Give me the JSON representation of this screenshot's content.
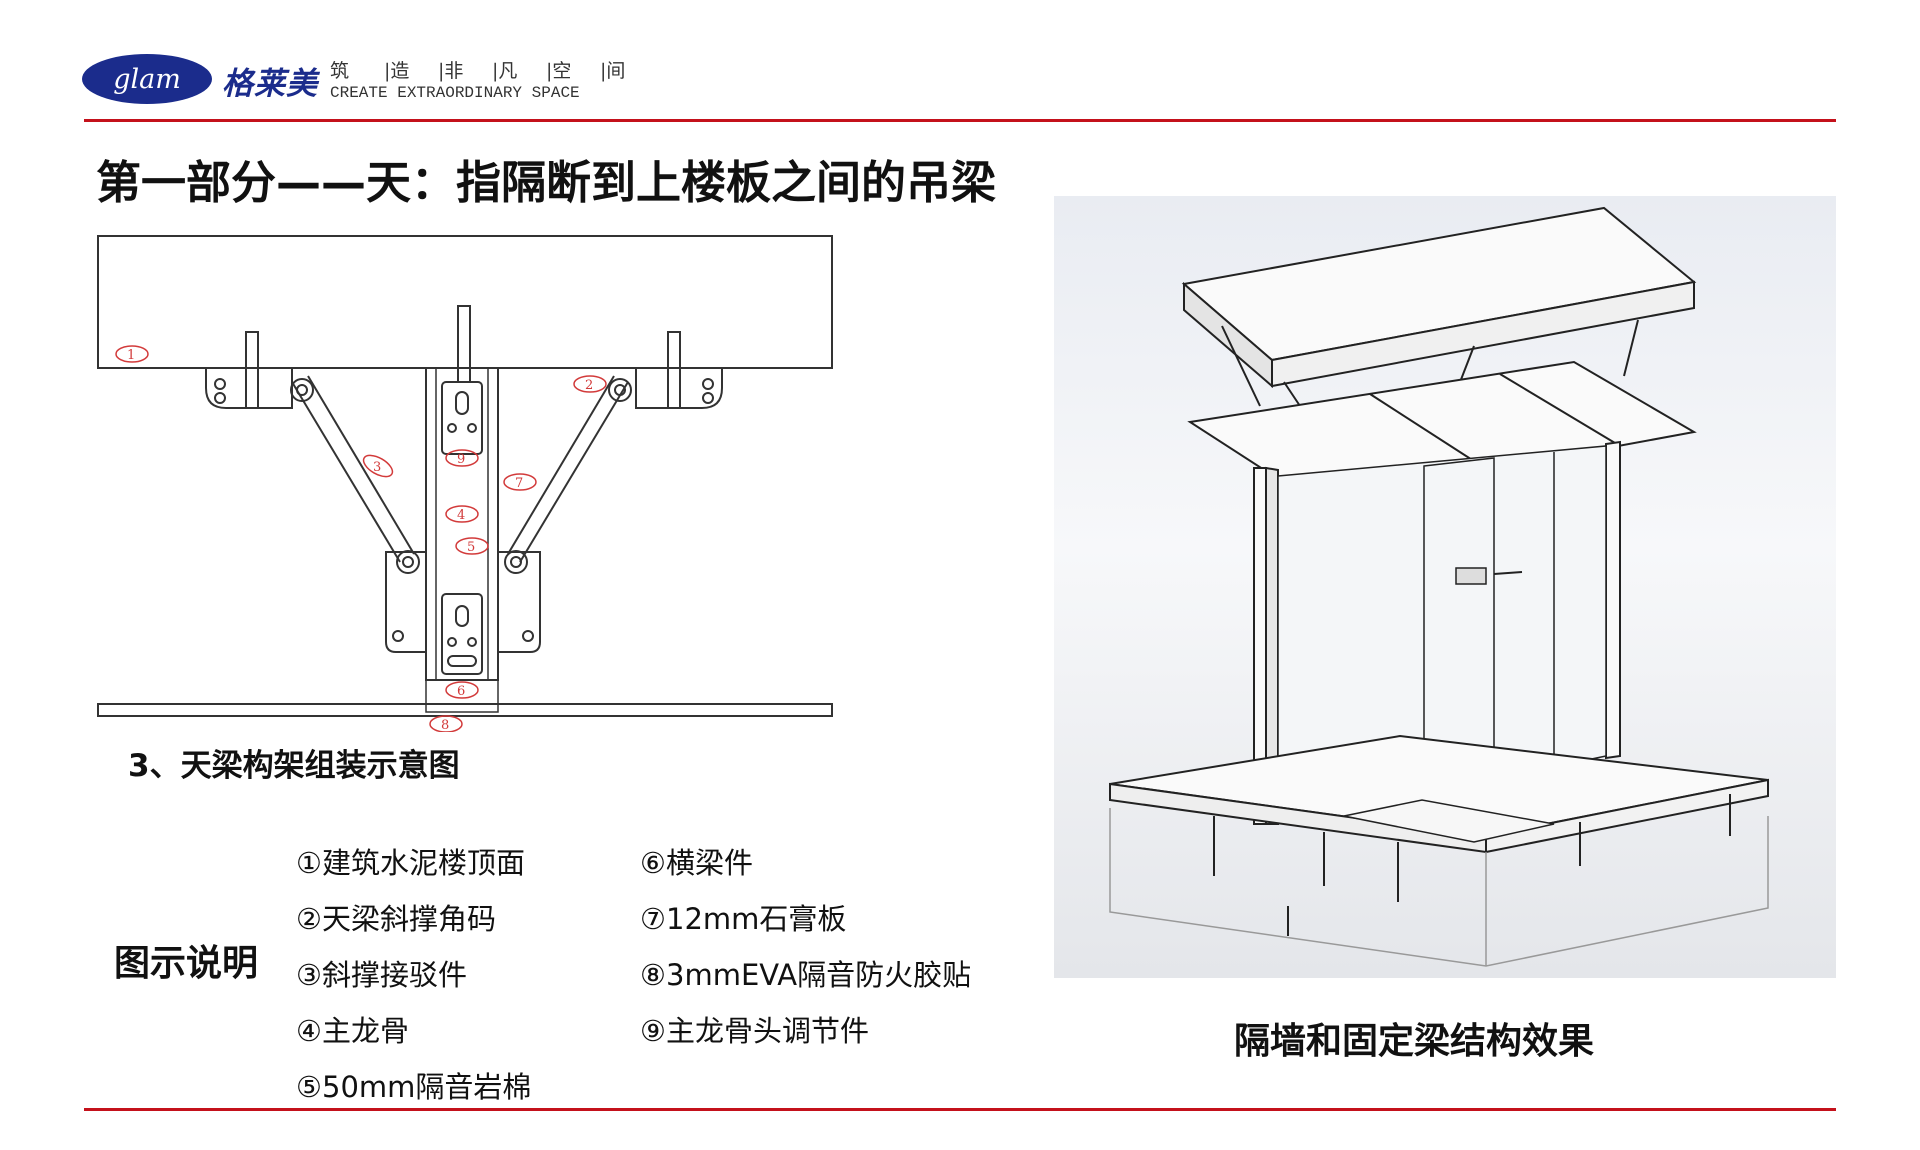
{
  "header": {
    "logo_text": "glam",
    "brand_cn": "格莱美",
    "slogan_cn": [
      "筑",
      "|造",
      "|非",
      "|凡",
      "|空",
      "|间"
    ],
    "slogan_en": "CREATE  EXTRAORDINARY  SPACE"
  },
  "title": "第一部分——天：指隔断到上楼板之间的吊梁",
  "diagram": {
    "caption": "3、天梁构架组装示意图",
    "callouts": [
      "1",
      "2",
      "3",
      "9",
      "7",
      "4",
      "5",
      "6",
      "8"
    ]
  },
  "legend": {
    "heading": "图示说明",
    "items": [
      "①建筑水泥楼顶面",
      "②天梁斜撑角码",
      "③斜撑接驳件",
      "④主龙骨",
      "⑤50mm隔音岩棉",
      "⑥横梁件",
      "⑦12mm石膏板",
      "⑧3mmEVA隔音防火胶贴",
      "⑨主龙骨头调节件"
    ]
  },
  "render": {
    "caption": "隔墙和固定梁结构效果"
  },
  "colors": {
    "brand_blue": "#1b2c8c",
    "rule_red": "#c4111b",
    "callout_red": "#d23a3a"
  }
}
